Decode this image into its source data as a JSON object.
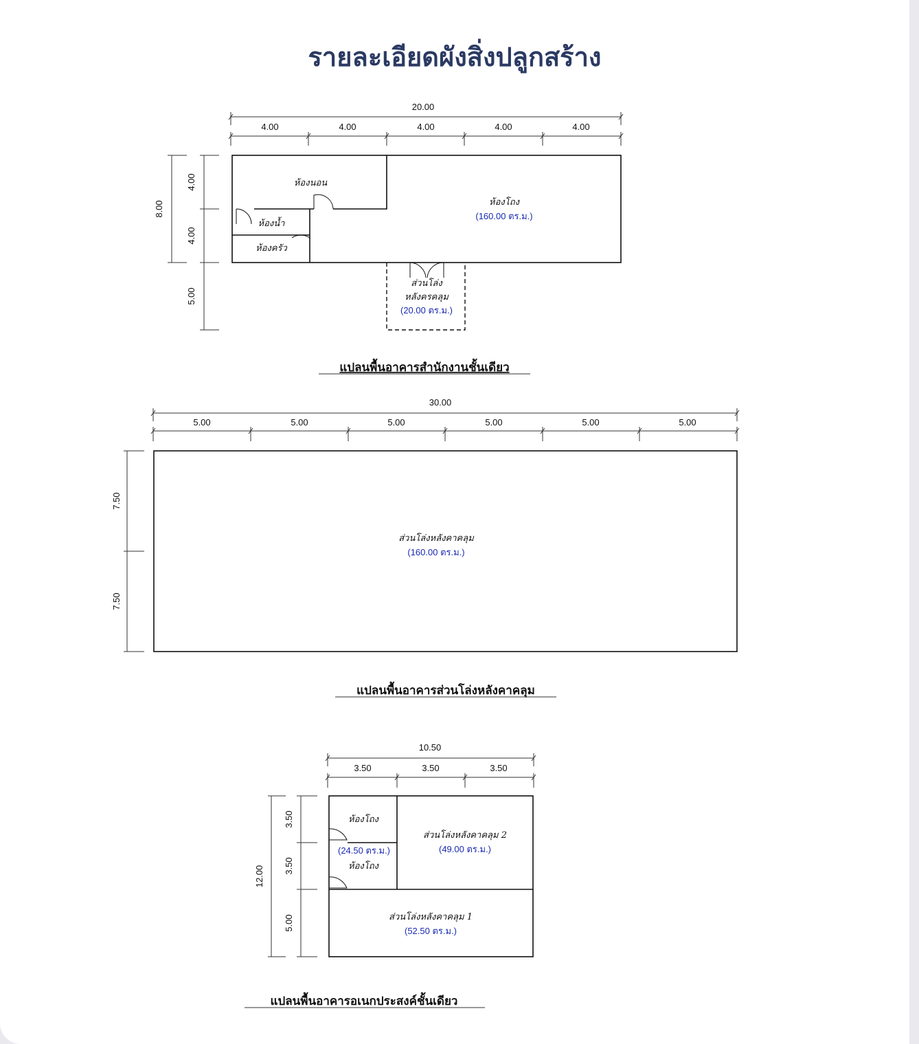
{
  "title": "รายละเอียดผังสิ่งปลูกสร้าง",
  "plan1": {
    "caption": "แปลนพื้นอาคารสำนักงานชั้นเดียว",
    "total_width": "20.00",
    "segments": [
      "4.00",
      "4.00",
      "4.00",
      "4.00",
      "4.00"
    ],
    "total_height": "8.00",
    "vertical_segments": [
      "4.00",
      "4.00",
      "5.00"
    ],
    "rooms": {
      "bedroom": "ห้องนอน",
      "hall": "ห้องโถง",
      "hall_area": "(160.00 ตร.ม.)",
      "bathroom": "ห้องน้ำ",
      "kitchen": "ห้องครัว",
      "porch_line1": "ส่วนโล่ง",
      "porch_line2": "หลังครคลุม",
      "porch_area": "(20.00 ตร.ม.)"
    }
  },
  "plan2": {
    "caption": "แปลนพื้นอาคารส่วนโล่งหลังคาคลุม",
    "total_width": "30.00",
    "segments": [
      "5.00",
      "5.00",
      "5.00",
      "5.00",
      "5.00",
      "5.00"
    ],
    "vertical_segments": [
      "7.50",
      "7.50"
    ],
    "rooms": {
      "open_area": "ส่วนโล่งหลังคาคลุม",
      "open_area_size": "(160.00 ตร.ม.)"
    }
  },
  "plan3": {
    "caption": "แปลนพื้นอาคารอเนกประสงค์ชั้นเดียว",
    "total_width": "10.50",
    "segments": [
      "3.50",
      "3.50",
      "3.50"
    ],
    "total_height": "12.00",
    "vertical_segments": [
      "3.50",
      "3.50",
      "5.00"
    ],
    "rooms": {
      "hall_top": "ห้องโถง",
      "hall_area": "(24.50 ตร.ม.)",
      "hall_bottom": "ห้องโถง",
      "open2": "ส่วนโล่งหลังคาคลุม 2",
      "open2_area": "(49.00 ตร.ม.)",
      "open1": "ส่วนโล่งหลังคาคลุม 1",
      "open1_area": "(52.50 ตร.ม.)"
    }
  }
}
